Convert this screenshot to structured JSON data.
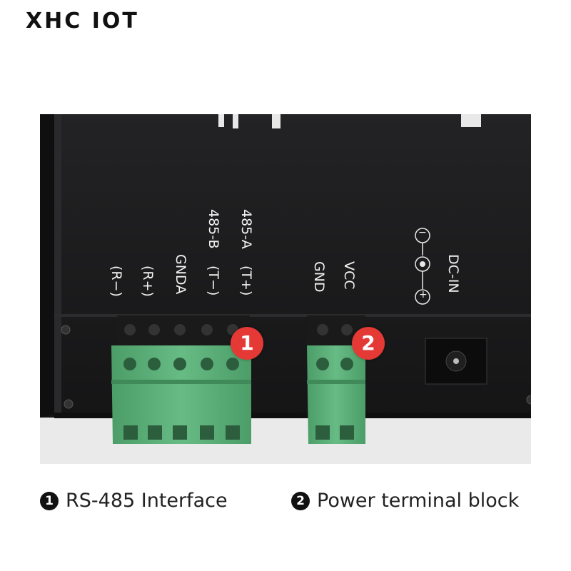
{
  "brand": "XHC IOT",
  "rs485_labels": [
    "485-A",
    "(T+)",
    "485-B",
    "(T−)",
    "GNDA",
    "(R+)",
    "(R−)"
  ],
  "power_labels": [
    "VCC",
    "GND"
  ],
  "dcin_label": "DC-IN",
  "polarity": {
    "minus": "−",
    "plus": "+"
  },
  "badges": {
    "one": "1",
    "two": "2"
  },
  "legend": [
    {
      "num": "1",
      "text": "RS-485 Interface"
    },
    {
      "num": "2",
      "text": "Power terminal block"
    }
  ],
  "colors": {
    "device_body": "#1c1c1e",
    "terminal_green": "#5cb07a",
    "badge_red": "#e53935"
  }
}
